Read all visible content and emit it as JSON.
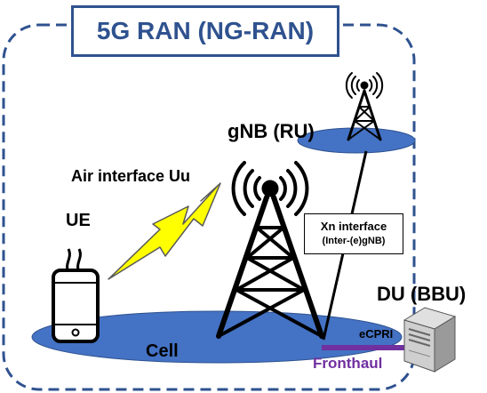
{
  "title": "5G RAN (NG-RAN)",
  "labels": {
    "gnb": "gNB (RU)",
    "air_interface": "Air interface Uu",
    "ue": "UE",
    "cell": "Cell",
    "du": "DU (BBU)",
    "ecpri": "eCPRI",
    "fronthaul": "Fronthaul",
    "xn_line1": "Xn interface",
    "xn_line2": "(Inter-(e)gNB)"
  },
  "colors": {
    "frame": "#2f528f",
    "cell_fill": "#4472c4",
    "lightning_fill": "#ffff00",
    "fronthaul": "#7030a0"
  },
  "icons": [
    "main-tower-icon",
    "small-tower-icon",
    "smartphone-icon",
    "lightning-icon",
    "server-icon"
  ]
}
